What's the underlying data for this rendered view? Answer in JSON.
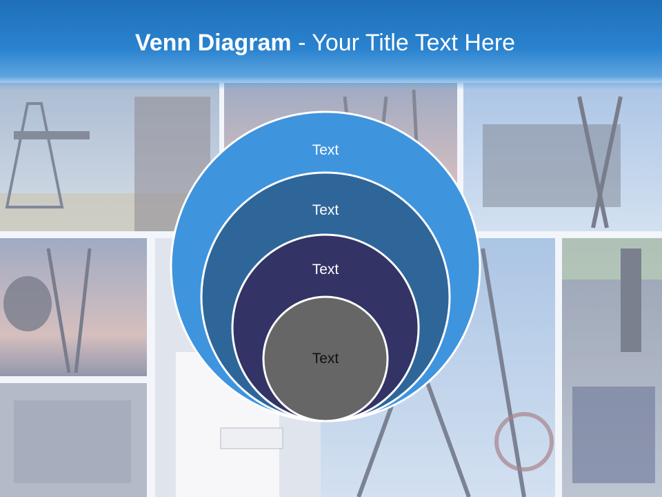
{
  "slide": {
    "title_bold": "Venn Diagram",
    "title_rest": " - Your Title Text Here"
  },
  "diagram": {
    "circles": [
      {
        "label": "Text",
        "fill": "#3f94de",
        "text_color": "#ffffff"
      },
      {
        "label": "Text",
        "fill": "#2f6699",
        "text_color": "#ffffff"
      },
      {
        "label": "Text",
        "fill": "#333366",
        "text_color": "#ffffff"
      },
      {
        "label": "Text",
        "fill": "#666666",
        "text_color": "#111111"
      }
    ]
  },
  "colors": {
    "header": "#2a83cf",
    "circle_outline": "#ffffff"
  }
}
